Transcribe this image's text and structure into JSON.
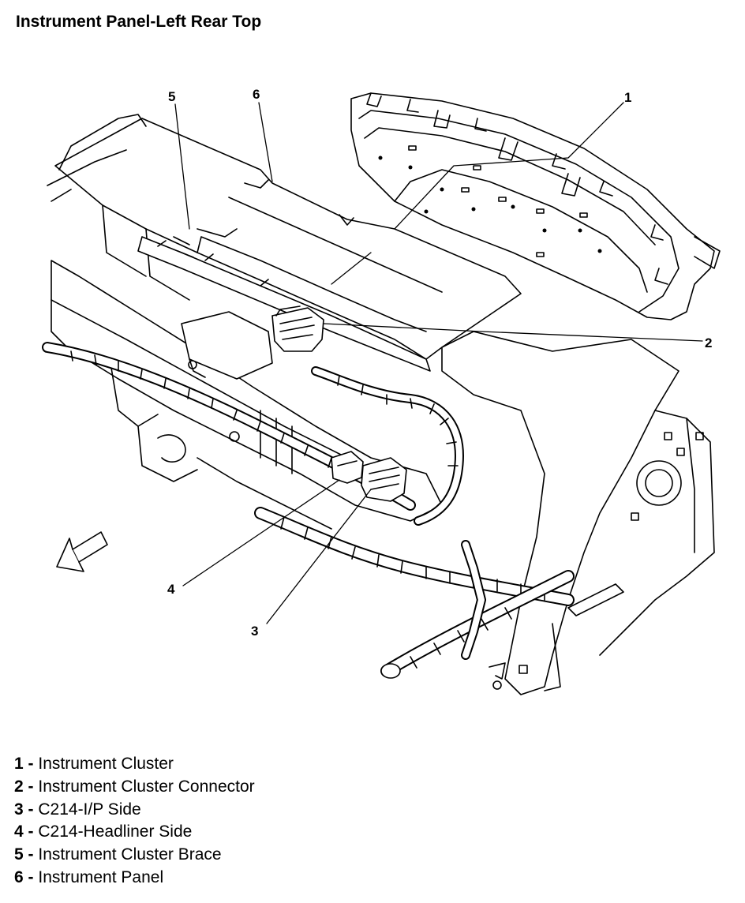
{
  "title": "Instrument Panel-Left Rear Top",
  "callouts": [
    {
      "number": "1",
      "label": "Instrument Cluster"
    },
    {
      "number": "2",
      "label": "Instrument Cluster Connector"
    },
    {
      "number": "3",
      "label": "C214-I/P Side"
    },
    {
      "number": "4",
      "label": "C214-Headliner Side"
    },
    {
      "number": "5",
      "label": "Instrument Cluster Brace"
    },
    {
      "number": "6",
      "label": "Instrument Panel"
    }
  ],
  "separator": " - ",
  "colors": {
    "ink": "#000000",
    "background": "#ffffff",
    "fill": "#ffffff"
  },
  "icons": {
    "direction": "forward-arrow-icon"
  }
}
